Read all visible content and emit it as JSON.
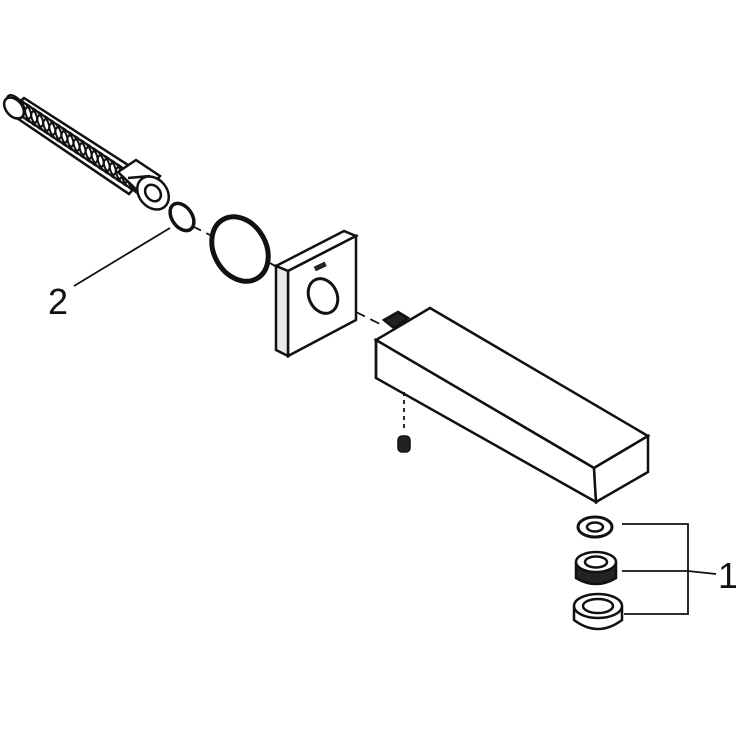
{
  "callouts": [
    {
      "label": "1",
      "part": "aerator-set"
    },
    {
      "label": "2",
      "part": "pipe-seal-ring"
    }
  ],
  "colors": {
    "line": "#111111",
    "fill": "#ffffff",
    "shade": "#e9e9e9",
    "dark": "#222222"
  }
}
